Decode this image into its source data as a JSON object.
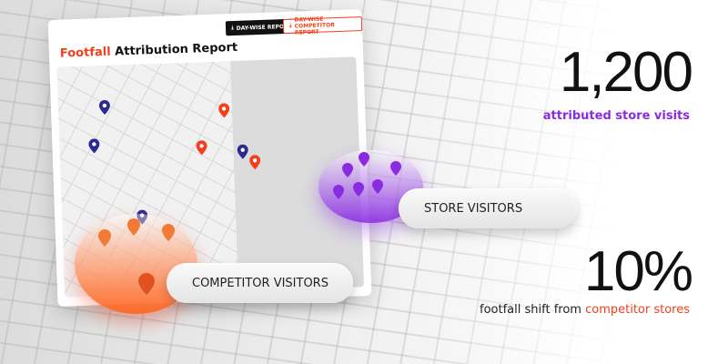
{
  "report": {
    "title_accent": "Footfall",
    "title_rest": " Attribution Report",
    "btn_daywise": "DAY-WISE REPORT",
    "btn_competitor": "DAY-WISE COMPETITOR REPORT"
  },
  "labels": {
    "store_visitors": "STORE VISITORS",
    "competitor_visitors": "COMPETITOR VISITORS"
  },
  "stats": {
    "visits_value": "1,200",
    "visits_label": "attributed store visits",
    "shift_value": "10%",
    "shift_label_prefix": "footfall shift from ",
    "shift_label_accent": "competitor stores"
  },
  "colors": {
    "orange": "#f2401c",
    "purple": "#8a2be2",
    "navy": "#2b2a8f"
  }
}
